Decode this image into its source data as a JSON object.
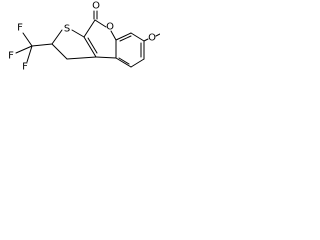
{
  "molecule": {
    "atoms": {
      "carbonyl_oxygen": "O",
      "ring_oxygen": "O",
      "sulfur": "S",
      "methoxy_oxygen": "O",
      "fluorine_upper": "F",
      "fluorine_left": "F",
      "fluorine_lower": "F"
    }
  }
}
